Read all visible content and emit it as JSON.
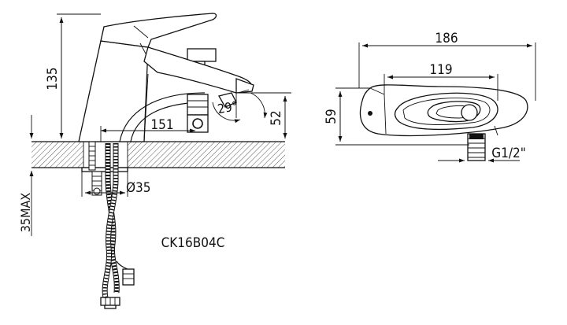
{
  "drawing": {
    "model_code": "CK16B04C",
    "side_view": {
      "height_label": "135",
      "reach_label": "151",
      "spout_height_label": "52",
      "angle_label": "29°",
      "pipe_diameter_label": "Ø35",
      "deck_max_label": "35MAX"
    },
    "front_view": {
      "width_label": "186",
      "handle_width_label": "119",
      "height_label": "59",
      "thread_label": "G1/2\""
    }
  }
}
